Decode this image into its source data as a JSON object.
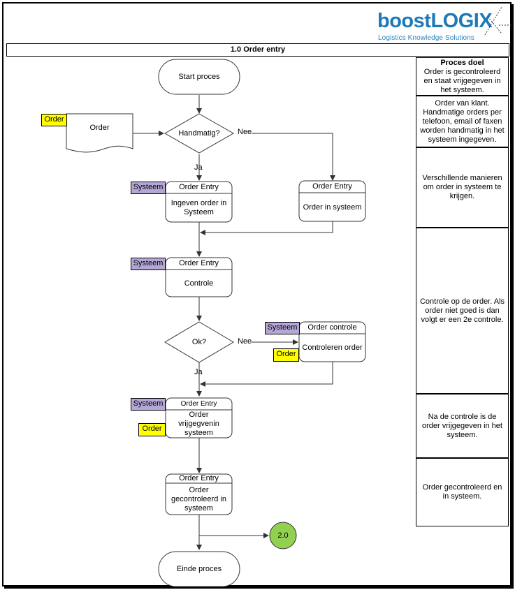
{
  "logo": {
    "brand_part1": "boost",
    "brand_part2": "LOGIX",
    "tagline": "Logistics Knowledge Solutions"
  },
  "title": "1.0 Order entry",
  "nodes": {
    "start": "Start proces",
    "order_doc": "Order",
    "order_doc_tag": "Order",
    "decision_handmatig": "Handmatig?",
    "nee1": "Nee",
    "ja1": "Ja",
    "entry1_header": "Order Entry",
    "entry1_body": "Ingeven order in Systeem",
    "entry1_tag": "Systeem",
    "entry2_header": "Order Entry",
    "entry2_body": "Order in systeem",
    "controle_header": "Order Entry",
    "controle_body": "Controle",
    "controle_tag": "Systeem",
    "decision_ok": "Ok?",
    "nee2": "Nee",
    "ja2": "Ja",
    "ordercontrole_header": "Order controle",
    "ordercontrole_body": "Controleren order",
    "ordercontrole_tag": "Systeem",
    "ordercontrole_tag2": "Order",
    "vrijgeven_header": "Order Entry",
    "vrijgeven_body": "Order vrijgegvenin systeem",
    "vrijgeven_tag": "Systeem",
    "vrijgeven_tag2": "Order",
    "gecontroleerd_header": "Order Entry",
    "gecontroleerd_body": "Order gecontroleerd in systeem",
    "connector": "2.0",
    "end": "Einde proces"
  },
  "side": {
    "header": "Proces doel",
    "box1": "Order is gecontroleerd en staat vrijgegeven in het systeem.",
    "box2": "Order van klant. Handmatige orders per telefoon, email of faxen worden handmatig in het systeem ingegeven.",
    "box3": "Verschillende manieren om order in systeem te krijgen.",
    "box4": "Controle op de order. Als order niet goed is dan volgt er een 2e controle.",
    "box5": "Na de controle is de order vrijgegeven in het systeem.",
    "box6": "Order gecontroleerd en in systeem."
  },
  "colors": {
    "tag_yellow": "#ffff00",
    "tag_purple": "#b4a7d6",
    "connector_green": "#92d050",
    "brand_blue": "#1d79b8"
  }
}
